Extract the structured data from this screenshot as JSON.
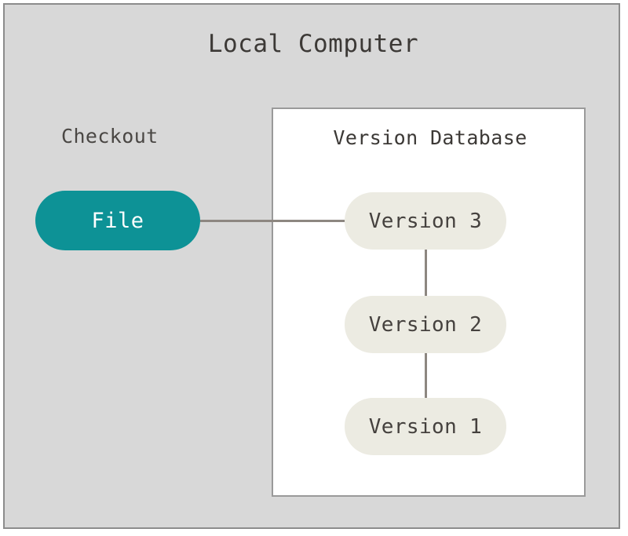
{
  "frame": {
    "title": "Local Computer",
    "background_color": "#d8d8d8",
    "border_color": "#8c8c8c"
  },
  "checkout": {
    "label": "Checkout",
    "file_node": {
      "label": "File",
      "fill_color": "#0d9296",
      "text_color": "#ffffff"
    }
  },
  "version_database": {
    "title": "Version Database",
    "background_color": "#ffffff",
    "border_color": "#9a9a9a",
    "node_fill_color": "#ecebe2",
    "node_text_color": "#45413e",
    "versions": [
      {
        "label": "Version 3"
      },
      {
        "label": "Version 2"
      },
      {
        "label": "Version 1"
      }
    ]
  },
  "connectors": {
    "line_color": "#8d8781",
    "edges": [
      {
        "from": "File",
        "to": "Version 3",
        "orientation": "horizontal"
      },
      {
        "from": "Version 3",
        "to": "Version 2",
        "orientation": "vertical"
      },
      {
        "from": "Version 2",
        "to": "Version 1",
        "orientation": "vertical"
      }
    ]
  }
}
